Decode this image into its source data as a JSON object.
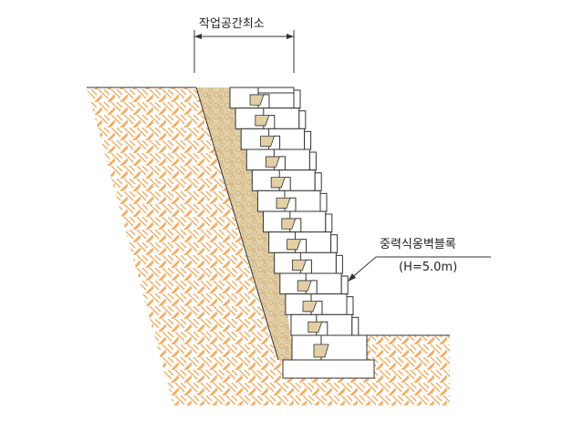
{
  "labels": {
    "work_space": "작업공간최소",
    "block_name": "중력식옹벽블록",
    "wall_height": "(H=5.0m)"
  },
  "colors": {
    "soil_hatch": "#f0a85a",
    "backfill": "#e2cfa6",
    "line": "#333333",
    "block_fill": "#ffffff"
  }
}
